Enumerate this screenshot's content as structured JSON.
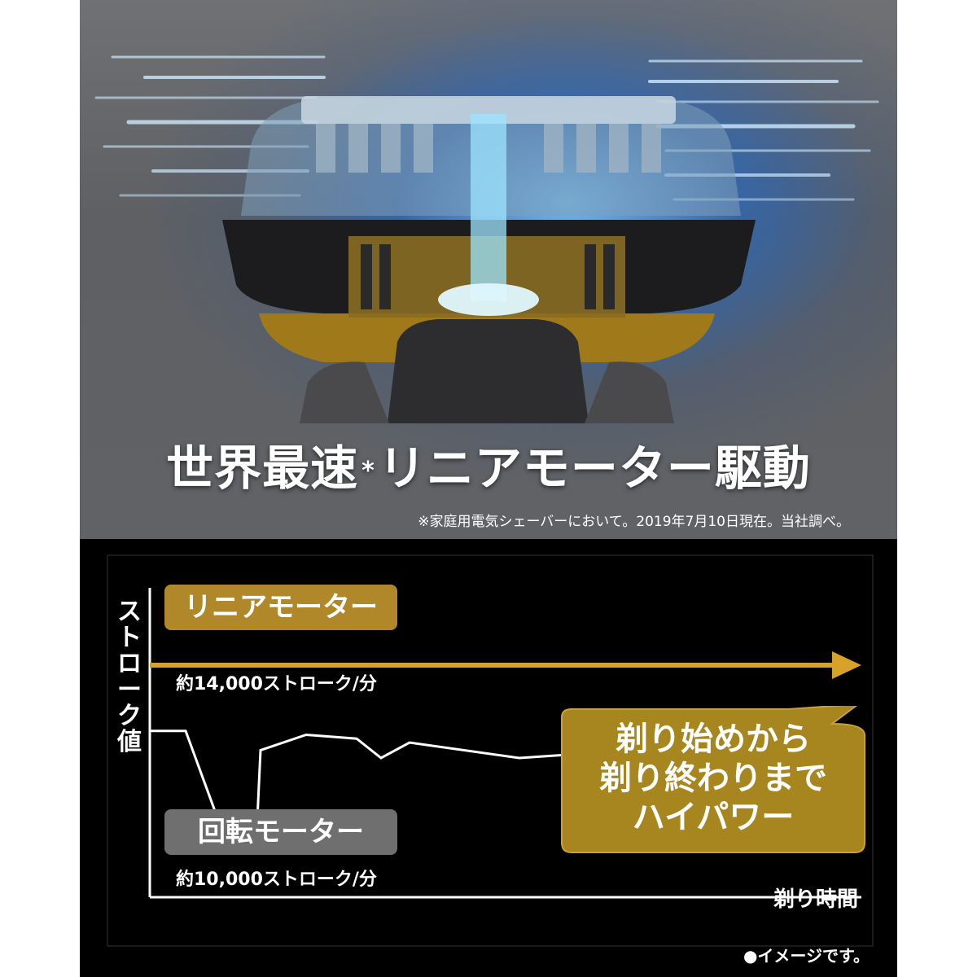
{
  "hero": {
    "title_main": "世界最速",
    "title_asterisk": "*",
    "title_rest": "リニアモーター駆動",
    "footnote": "※家庭用電気シェーバーにおいて。2019年7月10日現在。当社調べ。"
  },
  "chart_data": {
    "type": "line",
    "ylabel": "ストローク値",
    "xlabel": "剃り時間",
    "note": "●イメージです。",
    "series": [
      {
        "name": "リニアモーター",
        "stroke_label": "約14,000ストローク/分",
        "color": "#d6a22a",
        "values": [
          14000,
          14000
        ]
      },
      {
        "name": "回転モーター",
        "stroke_label": "約10,000ストローク/分",
        "color": "#ffffff",
        "values": [
          12300,
          12300,
          10000,
          10000,
          11800,
          12200,
          12100,
          11600,
          12000,
          11600,
          11800,
          11700
        ]
      }
    ],
    "callout": [
      "剃り始めから",
      "剃り終わりまで",
      "ハイパワー"
    ]
  }
}
